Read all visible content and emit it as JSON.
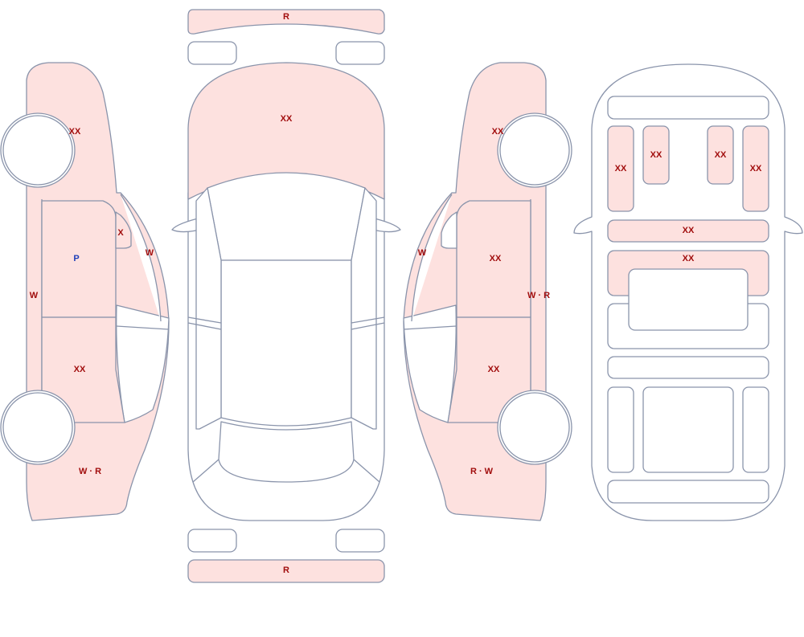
{
  "colors": {
    "outline": "#8a94ab",
    "marked_fill": "#fde1df",
    "label_red": "#a10d0d",
    "label_blue": "#1f3fb8"
  },
  "front_bumper": "R",
  "rear_bumper": "R",
  "left_side": {
    "front_fender": "W · R",
    "front_door": "XX",
    "quarter_glass": "X",
    "front_pillar": "W",
    "rear_door": "P",
    "rear_fender": "XX",
    "rocker": "W"
  },
  "top_view": {
    "hood": "XX"
  },
  "right_side": {
    "rear_fender": "XX",
    "rear_door": "XX",
    "pillar": "W",
    "front_door": "XX",
    "rocker": "W · R",
    "front_fender": "R · W"
  },
  "underbody": {
    "rail_left_outer": "XX",
    "rail_left_inner": "XX",
    "rail_right_inner": "XX",
    "rail_right_outer": "XX",
    "crossmember_upper": "XX",
    "crossmember_lower": "XX"
  }
}
